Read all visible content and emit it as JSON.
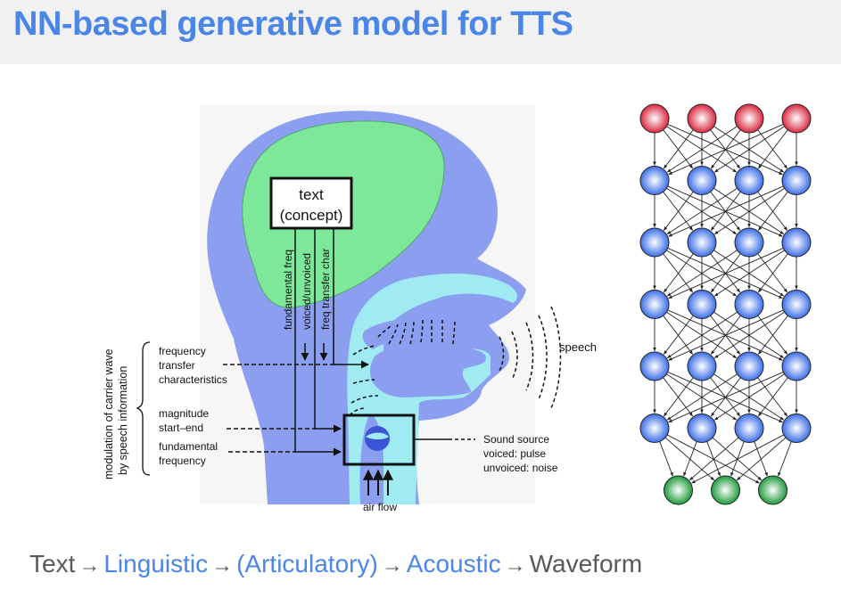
{
  "header": {
    "title": "NN-based generative model for TTS"
  },
  "speech_diagram": {
    "box_label_line1": "text",
    "box_label_line2": "(concept)",
    "vertical_labels": [
      "fundamental freq",
      "voiced/unvoiced",
      "freq transfer char"
    ],
    "brace_label_line1": "modulation of carrier wave",
    "brace_label_line2": "by speech information",
    "left_labels": {
      "freq_transfer": [
        "frequency",
        "transfer",
        "characteristics"
      ],
      "magnitude": [
        "magnitude",
        "start–end"
      ],
      "fundamental": [
        "fundamental",
        "frequency"
      ]
    },
    "speech_label": "speech",
    "sound_source": [
      "Sound source",
      "voiced: pulse",
      "unvoiced: noise"
    ],
    "air_flow_label": "air flow",
    "colors": {
      "head": "#8c9ef0",
      "brain": "#7ee89a",
      "tract": "#a0eaf2",
      "vocal_fold": "#3a55d8"
    }
  },
  "neural_network": {
    "layers": [
      {
        "role": "input",
        "nodes": 4,
        "color": "#d8283e"
      },
      {
        "role": "hidden",
        "nodes": 4,
        "color": "#3c6ee8"
      },
      {
        "role": "hidden",
        "nodes": 4,
        "color": "#3c6ee8"
      },
      {
        "role": "hidden",
        "nodes": 4,
        "color": "#3c6ee8"
      },
      {
        "role": "hidden",
        "nodes": 4,
        "color": "#3c6ee8"
      },
      {
        "role": "hidden",
        "nodes": 4,
        "color": "#3c6ee8"
      },
      {
        "role": "output",
        "nodes": 3,
        "color": "#1e9a3c"
      }
    ]
  },
  "pipeline": {
    "steps": [
      {
        "label": "Text",
        "style": "dark"
      },
      {
        "label": "Linguistic",
        "style": "blue"
      },
      {
        "label": "(Articulatory)",
        "style": "blue"
      },
      {
        "label": "Acoustic",
        "style": "blue"
      },
      {
        "label": "Waveform",
        "style": "dark"
      }
    ],
    "arrow": "→"
  }
}
